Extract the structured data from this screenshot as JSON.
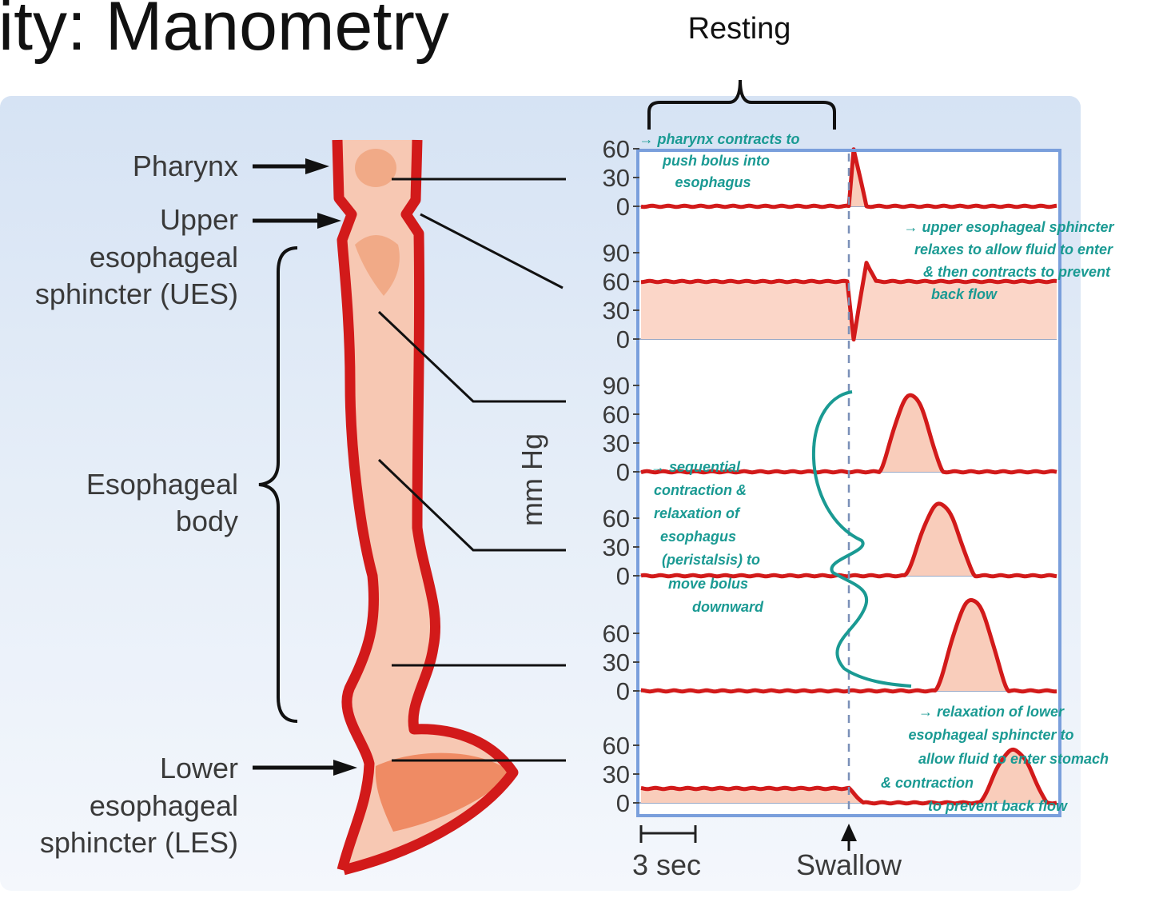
{
  "slide": {
    "title": "ity: Manometry",
    "resting_label": "Resting"
  },
  "anatomy": {
    "pharynx": "Pharynx",
    "ues": [
      "Upper",
      "esophageal",
      "sphincter (UES)"
    ],
    "body": [
      "Esophageal",
      "body"
    ],
    "les": [
      "Lower",
      "esophageal",
      "sphincter (LES)"
    ]
  },
  "axis": {
    "unit_label": "mm Hg",
    "scale_bar": "3 sec",
    "event_label": "Swallow"
  },
  "tracks": [
    {
      "site": "pharynx",
      "ticks": [
        "60",
        "30",
        "0"
      ],
      "baseline_mmHg": 0,
      "peak_mmHg": 60
    },
    {
      "site": "upper esophageal sphincter",
      "ticks": [
        "90",
        "60",
        "30",
        "0"
      ],
      "baseline_mmHg": 60,
      "min_mmHg": 0,
      "peak_mmHg": 80
    },
    {
      "site": "esophageal body upper",
      "ticks": [
        "90",
        "60",
        "30",
        "0"
      ],
      "baseline_mmHg": 0,
      "peak_mmHg": 80
    },
    {
      "site": "esophageal body middle",
      "ticks": [
        "60",
        "30",
        "0"
      ],
      "baseline_mmHg": 0,
      "peak_mmHg": 75
    },
    {
      "site": "esophageal body lower",
      "ticks": [
        "60",
        "30",
        "0"
      ],
      "baseline_mmHg": 0,
      "peak_mmHg": 95
    },
    {
      "site": "lower esophageal sphincter",
      "ticks": [
        "60",
        "30",
        "0"
      ],
      "baseline_mmHg": 15,
      "min_mmHg": 0,
      "peak_mmHg": 55
    }
  ],
  "annotations": {
    "pharynx": [
      "→ pharynx contracts to",
      "push bolus into",
      "esophagus"
    ],
    "ues": [
      "→ upper esophageal sphincter",
      "relaxes to allow fluid to enter",
      "& then contracts to prevent",
      "back flow"
    ],
    "body": [
      "→ sequential",
      "contraction &",
      "relaxation of",
      "esophagus",
      "(peristalsis) to",
      "move bolus",
      "downward"
    ],
    "les": [
      "→ relaxation of lower",
      "esophageal sphincter to",
      "allow fluid to  enter stomach",
      "& contraction",
      "to prevent back flow"
    ]
  },
  "colors": {
    "panel": "#dde8f5",
    "muscle": "#d21a1a",
    "lumen": "#f7c8b3",
    "bolus": "#f0a47f",
    "stomach": "#ee8860",
    "frame": "#7a9fdc",
    "annotation": "#1a9a93"
  }
}
